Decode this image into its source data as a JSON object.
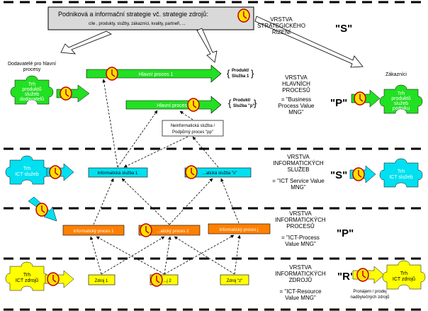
{
  "top_box": {
    "title": "Podniková a informační strategie vč. strategie zdrojů:",
    "subtitle": "cíle , produkty, služby, zákazníci, kvality, partneři, ..."
  },
  "layers": {
    "s1": {
      "lines": [
        "VRSTVA",
        "STRATEGICKÉHO",
        "ŘÍZENÍ"
      ],
      "code": "\"S\""
    },
    "p": {
      "lines": [
        "VRSTVA",
        "HLAVNÍCH",
        "PROCESŮ",
        "= \"Business",
        "Process Value",
        "MNG\""
      ],
      "code": "\"P\""
    },
    "s2": {
      "lines": [
        "VRSTVA",
        "INFORMATICKÝCH",
        "SLUŽEB",
        "= \"ICT Service Value",
        "MNG\""
      ],
      "code": "\"S\""
    },
    "p2": {
      "lines": [
        "VRSTVA",
        "INFORMATICKÝCH",
        "PROCESŮ",
        "= \"ICT-Process",
        "Value MNG\""
      ],
      "code": "\"P\""
    },
    "r": {
      "lines": [
        "VRSTVA",
        "INFORMATICKÝCH",
        "ZDROJŮ",
        "= \"ICT-Resource",
        "Value MNG\""
      ],
      "code": "\"R\""
    }
  },
  "left_labels": {
    "suppliers": [
      "Dodavatelé pro hlavní",
      "procesy"
    ]
  },
  "markets": {
    "suppliers_market": [
      "Trh",
      "produktů",
      "služeb",
      "dodavatelů"
    ],
    "ict_services_left": [
      "Trh",
      "ICT služeb"
    ],
    "ict_resources_left": [
      "Trh",
      "ICT zdrojů"
    ],
    "customers_market": [
      "Trh",
      "produktů",
      "služeb",
      "podniku"
    ],
    "ict_services_right": [
      "Trh",
      "ICT služeb"
    ],
    "ict_resources_right": [
      "Trh",
      "ICT zdrojů"
    ]
  },
  "right_labels": {
    "customers": "Zákazníci",
    "sale": [
      "Pronájem / prodej",
      "nadbytečných zdrojů"
    ]
  },
  "main_processes": {
    "process1": "Hlavní proces 1",
    "process_p": "Hlavní proces \"p\""
  },
  "products": {
    "product1": [
      "Produkt/",
      "Služba 1"
    ],
    "product_p": [
      "Produkt/",
      "Služba \"p\""
    ]
  },
  "non_it": [
    "Neinformatická služba /",
    "Podpůrný proces \"pp\""
  ],
  "it_services": {
    "service1": "Informatická služba 1",
    "service_s": "...atická služba \"s\""
  },
  "it_processes": {
    "proc1": "Informatický proces 1",
    "proc2": "...atický proces 2",
    "proc_j": "Informatický proces j"
  },
  "resources": {
    "res1": "Zdroj 1",
    "res2": "...j 2",
    "res_z": "Zdroj \"z\""
  },
  "colors": {
    "green": "#22e022",
    "cyan": "#00e0f0",
    "orange": "#ff8000",
    "yellow": "#ffff00",
    "clock": "#ffe000",
    "gray_box": "#d9d9d9"
  }
}
